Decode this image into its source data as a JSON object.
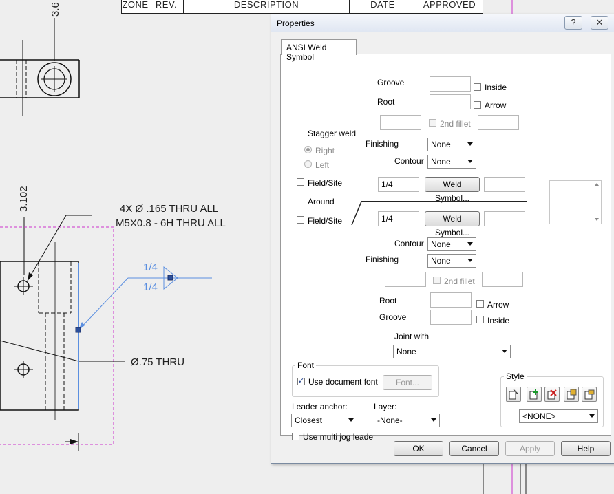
{
  "drawing": {
    "title_block": {
      "zone": "ZONE",
      "rev": "REV.",
      "description": "DESCRIPTION",
      "date": "DATE",
      "approved": "APPROVED"
    },
    "dim_top": "3.6",
    "dim_left": "3.102",
    "hole_note_line1": "4X Ø .165 THRU ALL",
    "hole_note_line2": "M5X0.8 - 6H THRU ALL",
    "weld_top_size": "1/4",
    "weld_bottom_size": "1/4",
    "diameter_note": "Ø.75 THRU"
  },
  "dialog": {
    "title": "Properties",
    "help_button": "?",
    "close_button": "✕",
    "tab": "ANSI Weld Symbol",
    "upper": {
      "groove_label": "Groove",
      "root_label": "Root",
      "inside_label": "Inside",
      "arrow_label": "Arrow",
      "second_fillet_label": "2nd fillet",
      "finishing_label": "Finishing",
      "finishing_value": "None",
      "contour_label": "Contour",
      "contour_value": "None",
      "field_site_label": "Field/Site",
      "size_value": "1/4",
      "weld_symbol_button": "Weld Symbol..."
    },
    "stagger_weld_label": "Stagger weld",
    "right_label": "Right",
    "left_label": "Left",
    "around_label": "Around",
    "lower": {
      "field_site_label": "Field/Site",
      "size_value": "1/4",
      "weld_symbol_button": "Weld Symbol...",
      "contour_label": "Contour",
      "contour_value": "None",
      "finishing_label": "Finishing",
      "finishing_value": "None",
      "second_fillet_label": "2nd fillet",
      "root_label": "Root",
      "arrow_label": "Arrow",
      "groove_label": "Groove",
      "inside_label": "Inside"
    },
    "joint_with_label": "Joint with",
    "joint_with_value": "None",
    "font_group": {
      "title": "Font",
      "use_document_font_label": "Use document font",
      "font_button": "Font..."
    },
    "style_group": {
      "title": "Style",
      "value": "<NONE>"
    },
    "leader_anchor_label": "Leader anchor:",
    "leader_anchor_value": "Closest",
    "layer_label": "Layer:",
    "layer_value": "-None-",
    "multi_jog_label": "Use multi jog leade",
    "buttons": {
      "ok": "OK",
      "cancel": "Cancel",
      "apply": "Apply",
      "help": "Help"
    }
  }
}
